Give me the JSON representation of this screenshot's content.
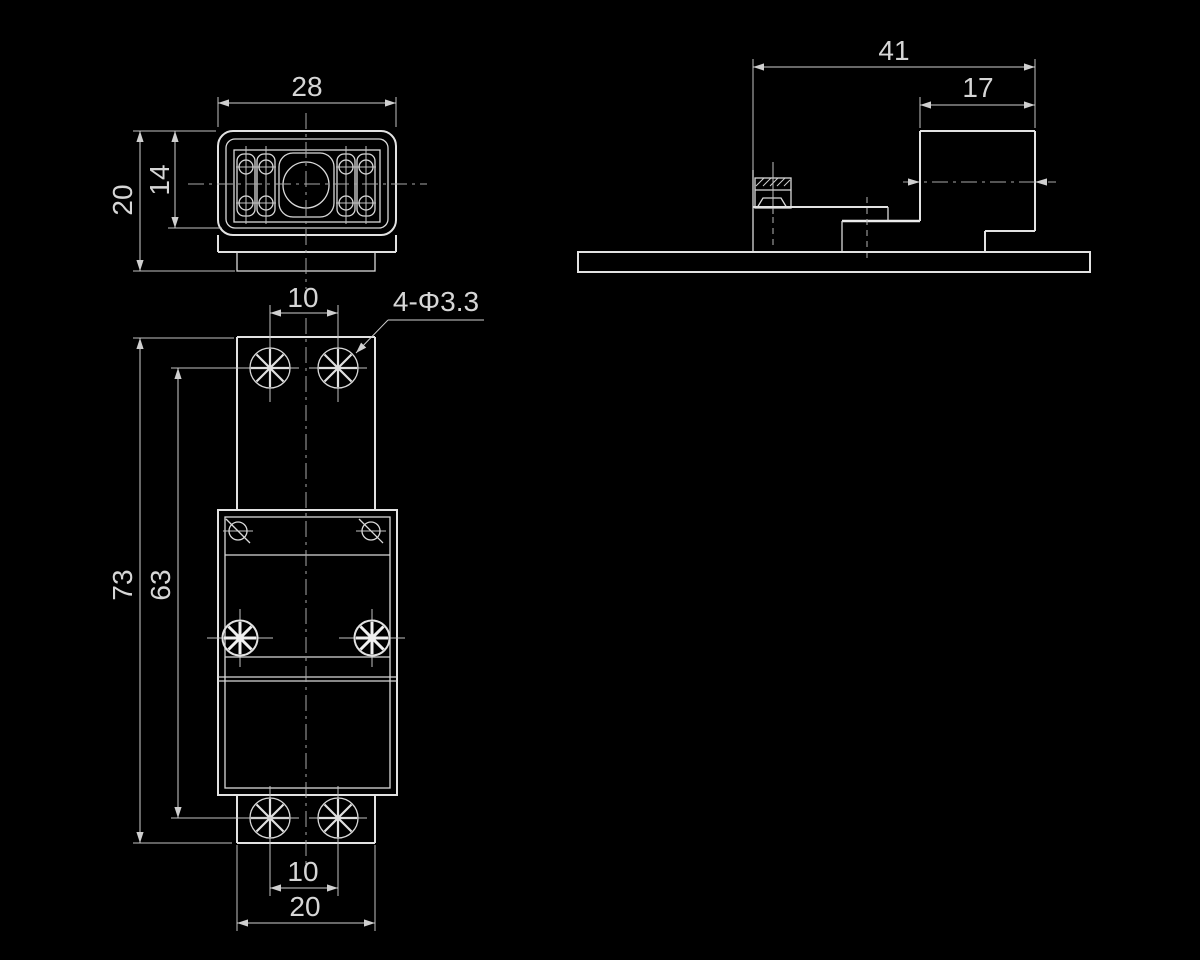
{
  "colors": {
    "background": "#000000",
    "line": "#d9d9d9",
    "dim_text": "#d6d6d6"
  },
  "views": {
    "top_view": {
      "dims": {
        "width": "28",
        "height": "20",
        "inner_height": "14"
      }
    },
    "side_view": {
      "dims": {
        "overall_width": "41",
        "block_width": "17"
      }
    },
    "front_view": {
      "dims": {
        "top_hole_spacing": "10",
        "hole_callout": "4-Φ3.3",
        "overall_height": "73",
        "hole_span_height": "63",
        "bottom_hole_spacing": "10",
        "bottom_tab_width": "20"
      }
    }
  }
}
